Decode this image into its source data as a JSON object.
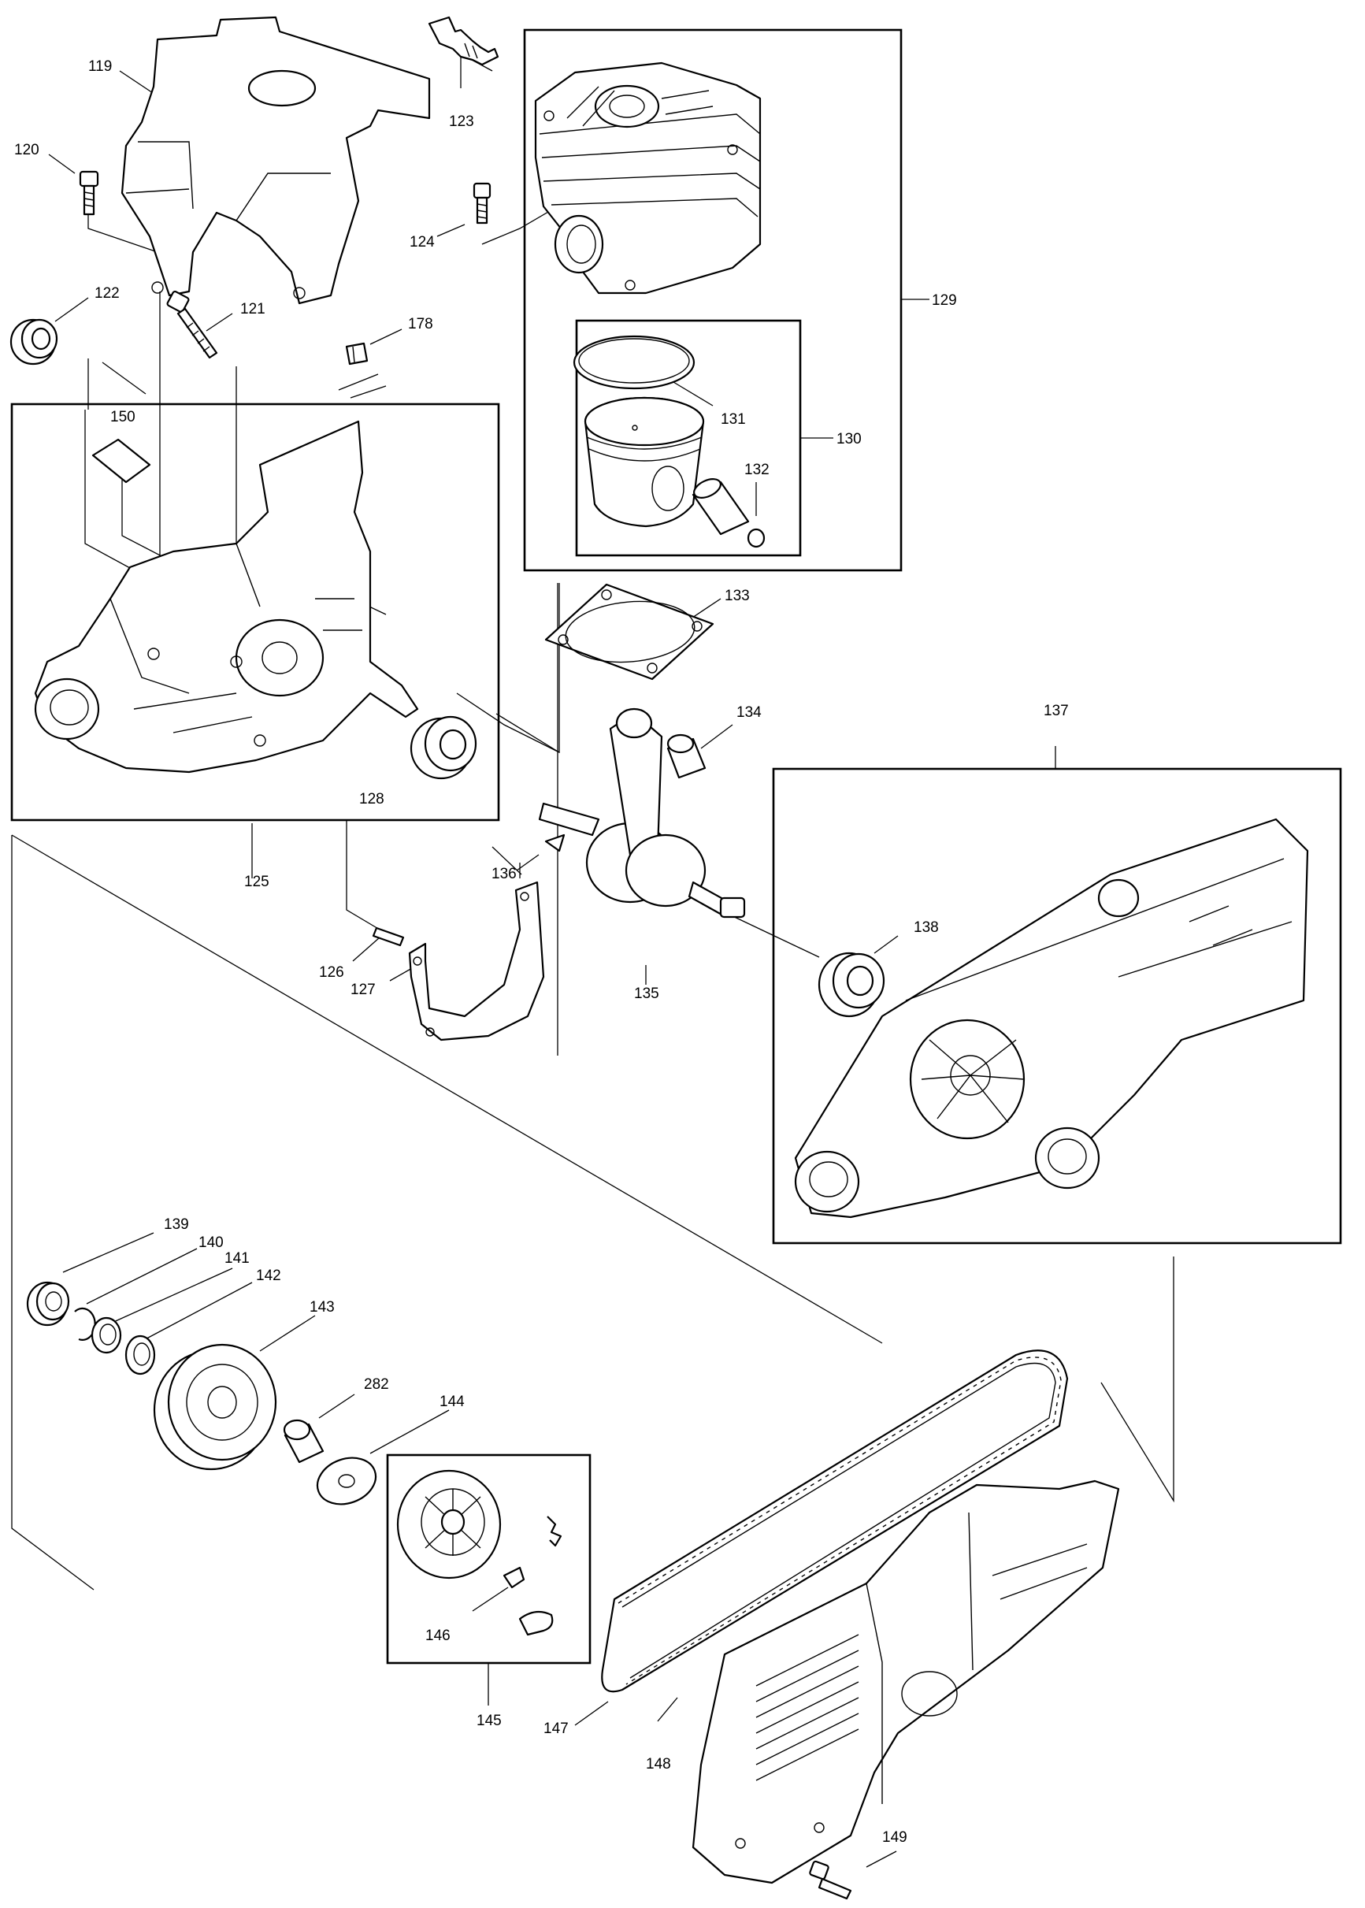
{
  "diagram": {
    "labels": {
      "p119": "119",
      "p120": "120",
      "p121": "121",
      "p122": "122",
      "p123": "123",
      "p124": "124",
      "p125": "125",
      "p126": "126",
      "p127": "127",
      "p128": "128",
      "p129": "129",
      "p130": "130",
      "p131": "131",
      "p132": "132",
      "p133": "133",
      "p134": "134",
      "p135": "135",
      "p136": "136",
      "p137": "137",
      "p138": "138",
      "p139": "139",
      "p140": "140",
      "p141": "141",
      "p142": "142",
      "p143": "143",
      "p144": "144",
      "p145": "145",
      "p146": "146",
      "p147": "147",
      "p148": "148",
      "p149": "149",
      "p150": "150",
      "p178": "178",
      "p282": "282"
    }
  }
}
